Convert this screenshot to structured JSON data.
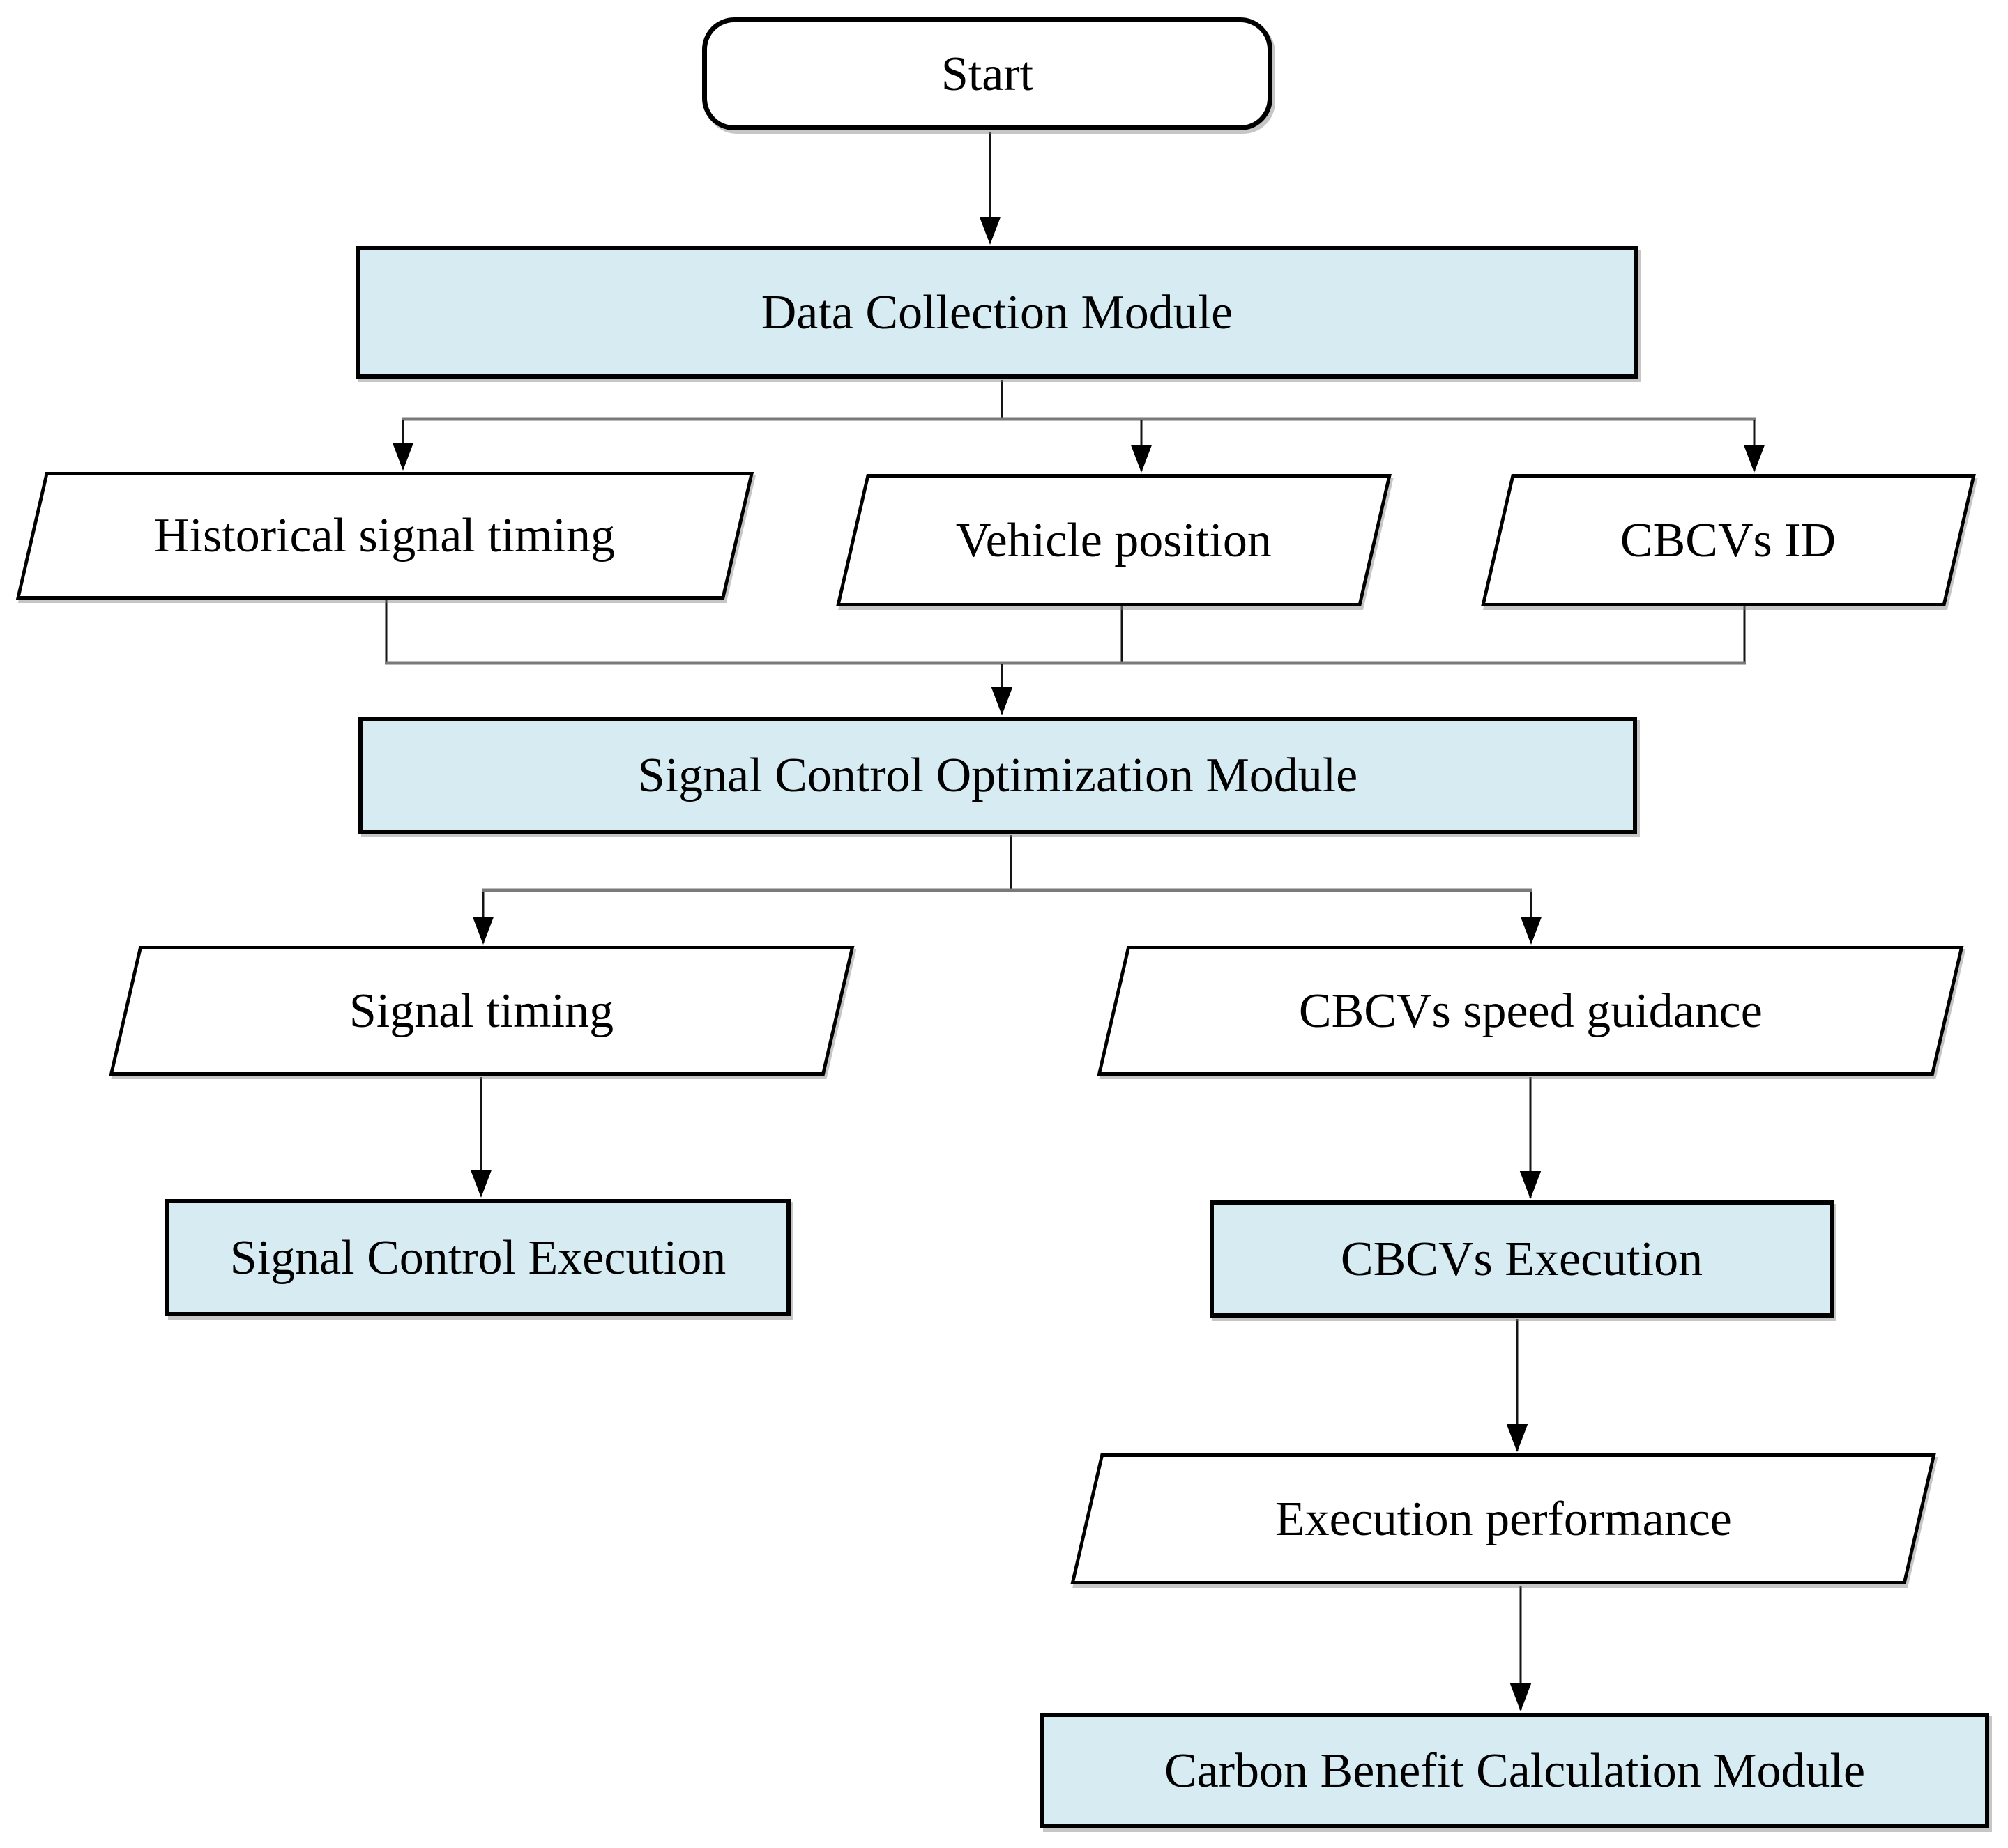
{
  "diagram": {
    "type": "flowchart",
    "nodes": {
      "start": {
        "label": "Start",
        "shape": "terminator",
        "fill": "#ffffff"
      },
      "data_collection": {
        "label": "Data Collection Module",
        "shape": "process",
        "fill": "#d6ecf2"
      },
      "historical_signal_timing": {
        "label": "Historical signal timing",
        "shape": "data",
        "fill": "#ffffff"
      },
      "vehicle_position": {
        "label": "Vehicle position",
        "shape": "data",
        "fill": "#ffffff"
      },
      "cbcvs_id": {
        "label": "CBCVs ID",
        "shape": "data",
        "fill": "#ffffff"
      },
      "signal_control_optimization": {
        "label": "Signal Control Optimization Module",
        "shape": "process",
        "fill": "#d6ecf2"
      },
      "signal_timing": {
        "label": "Signal timing",
        "shape": "data",
        "fill": "#ffffff"
      },
      "cbcvs_speed_guidance": {
        "label": "CBCVs speed guidance",
        "shape": "data",
        "fill": "#ffffff"
      },
      "signal_control_execution": {
        "label": "Signal Control Execution",
        "shape": "process",
        "fill": "#d6ecf2"
      },
      "cbcvs_execution": {
        "label": "CBCVs Execution",
        "shape": "process",
        "fill": "#d6ecf2"
      },
      "execution_performance": {
        "label": "Execution performance",
        "shape": "data",
        "fill": "#ffffff"
      },
      "carbon_benefit_calculation": {
        "label": "Carbon Benefit Calculation Module",
        "shape": "process",
        "fill": "#d6ecf2"
      }
    },
    "edges": [
      {
        "from": "start",
        "to": "data_collection"
      },
      {
        "from": "data_collection",
        "to": "historical_signal_timing"
      },
      {
        "from": "data_collection",
        "to": "vehicle_position"
      },
      {
        "from": "data_collection",
        "to": "cbcvs_id"
      },
      {
        "from": "historical_signal_timing",
        "to": "signal_control_optimization"
      },
      {
        "from": "vehicle_position",
        "to": "signal_control_optimization"
      },
      {
        "from": "cbcvs_id",
        "to": "signal_control_optimization"
      },
      {
        "from": "signal_control_optimization",
        "to": "signal_timing"
      },
      {
        "from": "signal_control_optimization",
        "to": "cbcvs_speed_guidance"
      },
      {
        "from": "signal_timing",
        "to": "signal_control_execution"
      },
      {
        "from": "cbcvs_speed_guidance",
        "to": "cbcvs_execution"
      },
      {
        "from": "cbcvs_execution",
        "to": "execution_performance"
      },
      {
        "from": "execution_performance",
        "to": "carbon_benefit_calculation"
      }
    ],
    "colors": {
      "module_fill": "#d6ecf2",
      "io_fill": "#ffffff",
      "border": "#000000",
      "connector": "#141414",
      "bus_line": "#7a7a7a",
      "background": "#ffffff"
    }
  }
}
